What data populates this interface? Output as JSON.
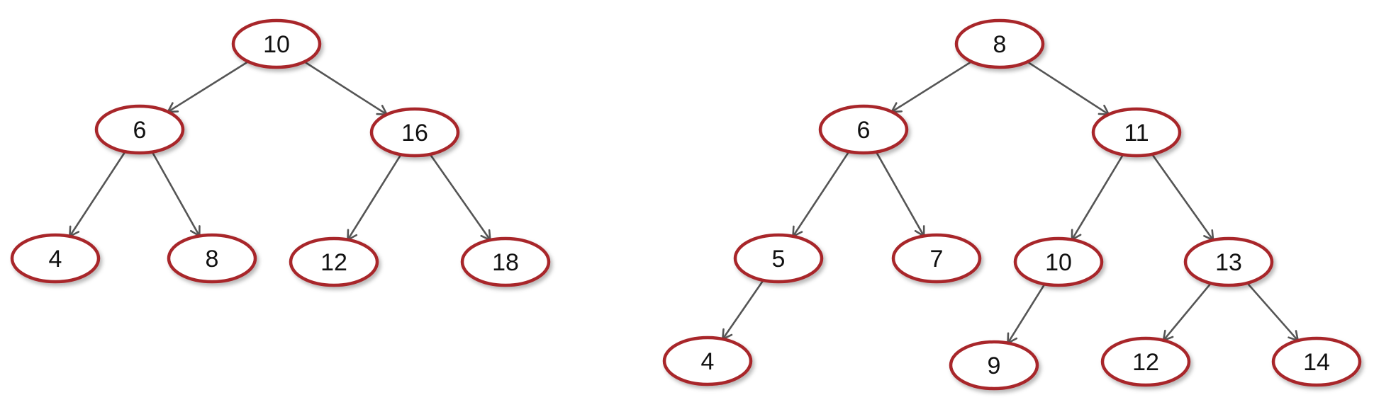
{
  "trees": [
    {
      "nodes": [
        {
          "id": "a10",
          "label": "10"
        },
        {
          "id": "a6",
          "label": "6"
        },
        {
          "id": "a16",
          "label": "16"
        },
        {
          "id": "a4",
          "label": "4"
        },
        {
          "id": "a8",
          "label": "8"
        },
        {
          "id": "a12",
          "label": "12"
        },
        {
          "id": "a18",
          "label": "18"
        }
      ],
      "edges": [
        [
          "a10",
          "a6"
        ],
        [
          "a10",
          "a16"
        ],
        [
          "a6",
          "a4"
        ],
        [
          "a6",
          "a8"
        ],
        [
          "a16",
          "a12"
        ],
        [
          "a16",
          "a18"
        ]
      ]
    },
    {
      "nodes": [
        {
          "id": "b8",
          "label": "8"
        },
        {
          "id": "b6",
          "label": "6"
        },
        {
          "id": "b11",
          "label": "11"
        },
        {
          "id": "b5",
          "label": "5"
        },
        {
          "id": "b7",
          "label": "7"
        },
        {
          "id": "b10",
          "label": "10"
        },
        {
          "id": "b13",
          "label": "13"
        },
        {
          "id": "b4",
          "label": "4"
        },
        {
          "id": "b9",
          "label": "9"
        },
        {
          "id": "b12",
          "label": "12"
        },
        {
          "id": "b14",
          "label": "14"
        }
      ],
      "edges": [
        [
          "b8",
          "b6"
        ],
        [
          "b8",
          "b11"
        ],
        [
          "b6",
          "b5"
        ],
        [
          "b6",
          "b7"
        ],
        [
          "b11",
          "b10"
        ],
        [
          "b11",
          "b13"
        ],
        [
          "b5",
          "b4"
        ],
        [
          "b10",
          "b9"
        ],
        [
          "b13",
          "b12"
        ],
        [
          "b13",
          "b14"
        ]
      ]
    }
  ],
  "colors": {
    "node_border": "#a8282c",
    "edge": "#555555"
  }
}
